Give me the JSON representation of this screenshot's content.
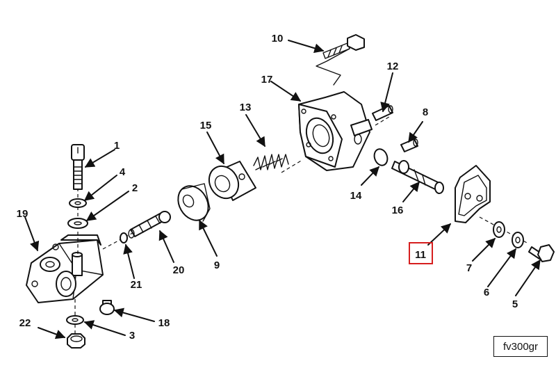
{
  "diagram": {
    "figure_code": "fv300gr",
    "highlighted_callout": "11",
    "highlight_color": "#d61e1e",
    "callouts": {
      "c1": "1",
      "c2": "2",
      "c3": "3",
      "c4": "4",
      "c5": "5",
      "c6": "6",
      "c7": "7",
      "c8": "8",
      "c9": "9",
      "c10": "10",
      "c11": "11",
      "c12": "12",
      "c13": "13",
      "c14": "14",
      "c15": "15",
      "c16": "16",
      "c17": "17",
      "c18": "18",
      "c19": "19",
      "c20": "20",
      "c21": "21",
      "c22": "22"
    }
  }
}
